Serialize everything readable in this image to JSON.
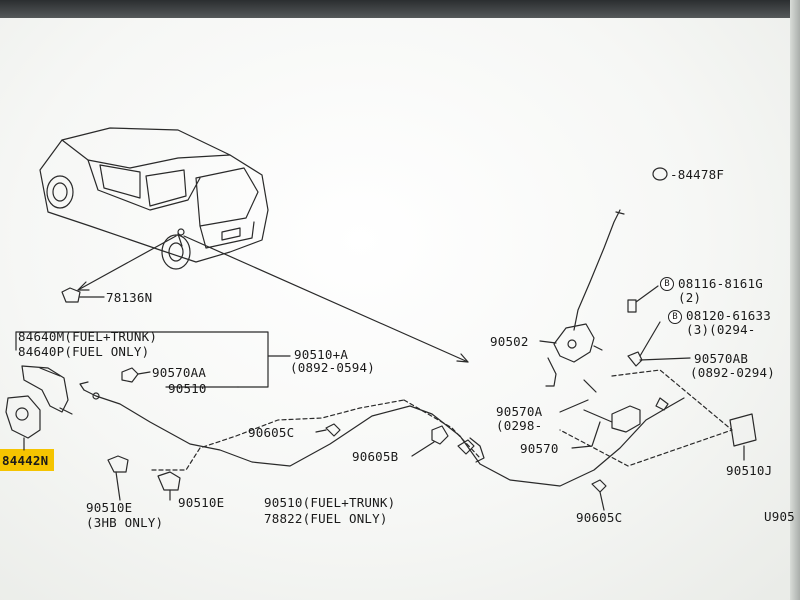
{
  "labels": {
    "p84478f": "-84478F",
    "p78136n": "78136N",
    "p84640m": "84640M(FUEL+TRUNK)",
    "p84640p": "84640P(FUEL ONLY)",
    "p90570aa": "90570AA",
    "p90510_top": "90510",
    "p90510a": "90510+A",
    "p90510a_date": "(0892-0594)",
    "p84442n": "84442N",
    "p90605c_left": "90605C",
    "p90605b": "90605B",
    "p90510e_l1": "90510E",
    "p90510e_l2": "(3HB ONLY)",
    "p90510e_r": "90510E",
    "p90510_bottom": "90510(FUEL+TRUNK)",
    "p78822": "78822(FUEL ONLY)",
    "p90502": "90502",
    "p08116": "08116-8161G",
    "p08116_qty": "(2)",
    "p08120": "08120-61633",
    "p08120_qty": "(3)(0294-",
    "p90570ab": "90570AB",
    "p90570ab_date": "(0892-0294)",
    "p90570a": "90570A",
    "p90570a_date": "(0298-",
    "p90570": "90570",
    "p90510j": "90510J",
    "p90605c_right": "90605C",
    "p_u905": "U905",
    "b_letter_1": "B",
    "b_letter_2": "B"
  },
  "colors": {
    "line": "#2a2a2a",
    "highlight": "#f5c400",
    "background": "#f6f7f5"
  }
}
